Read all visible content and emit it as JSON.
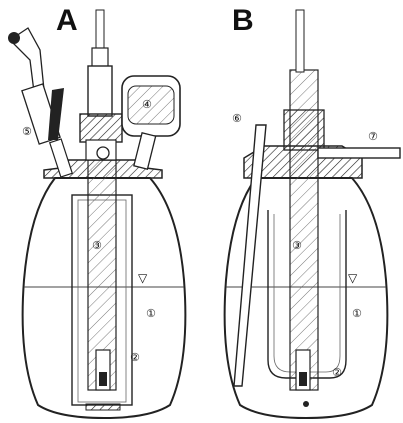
{
  "panels": [
    {
      "id": "A",
      "label": "A"
    },
    {
      "id": "B",
      "label": "B"
    }
  ],
  "callouts": {
    "A": [
      "①",
      "②",
      "③",
      "④",
      "⑤"
    ],
    "B": [
      "①",
      "②",
      "③",
      "⑥",
      "⑦"
    ]
  },
  "liquid_level_marker": "▽"
}
